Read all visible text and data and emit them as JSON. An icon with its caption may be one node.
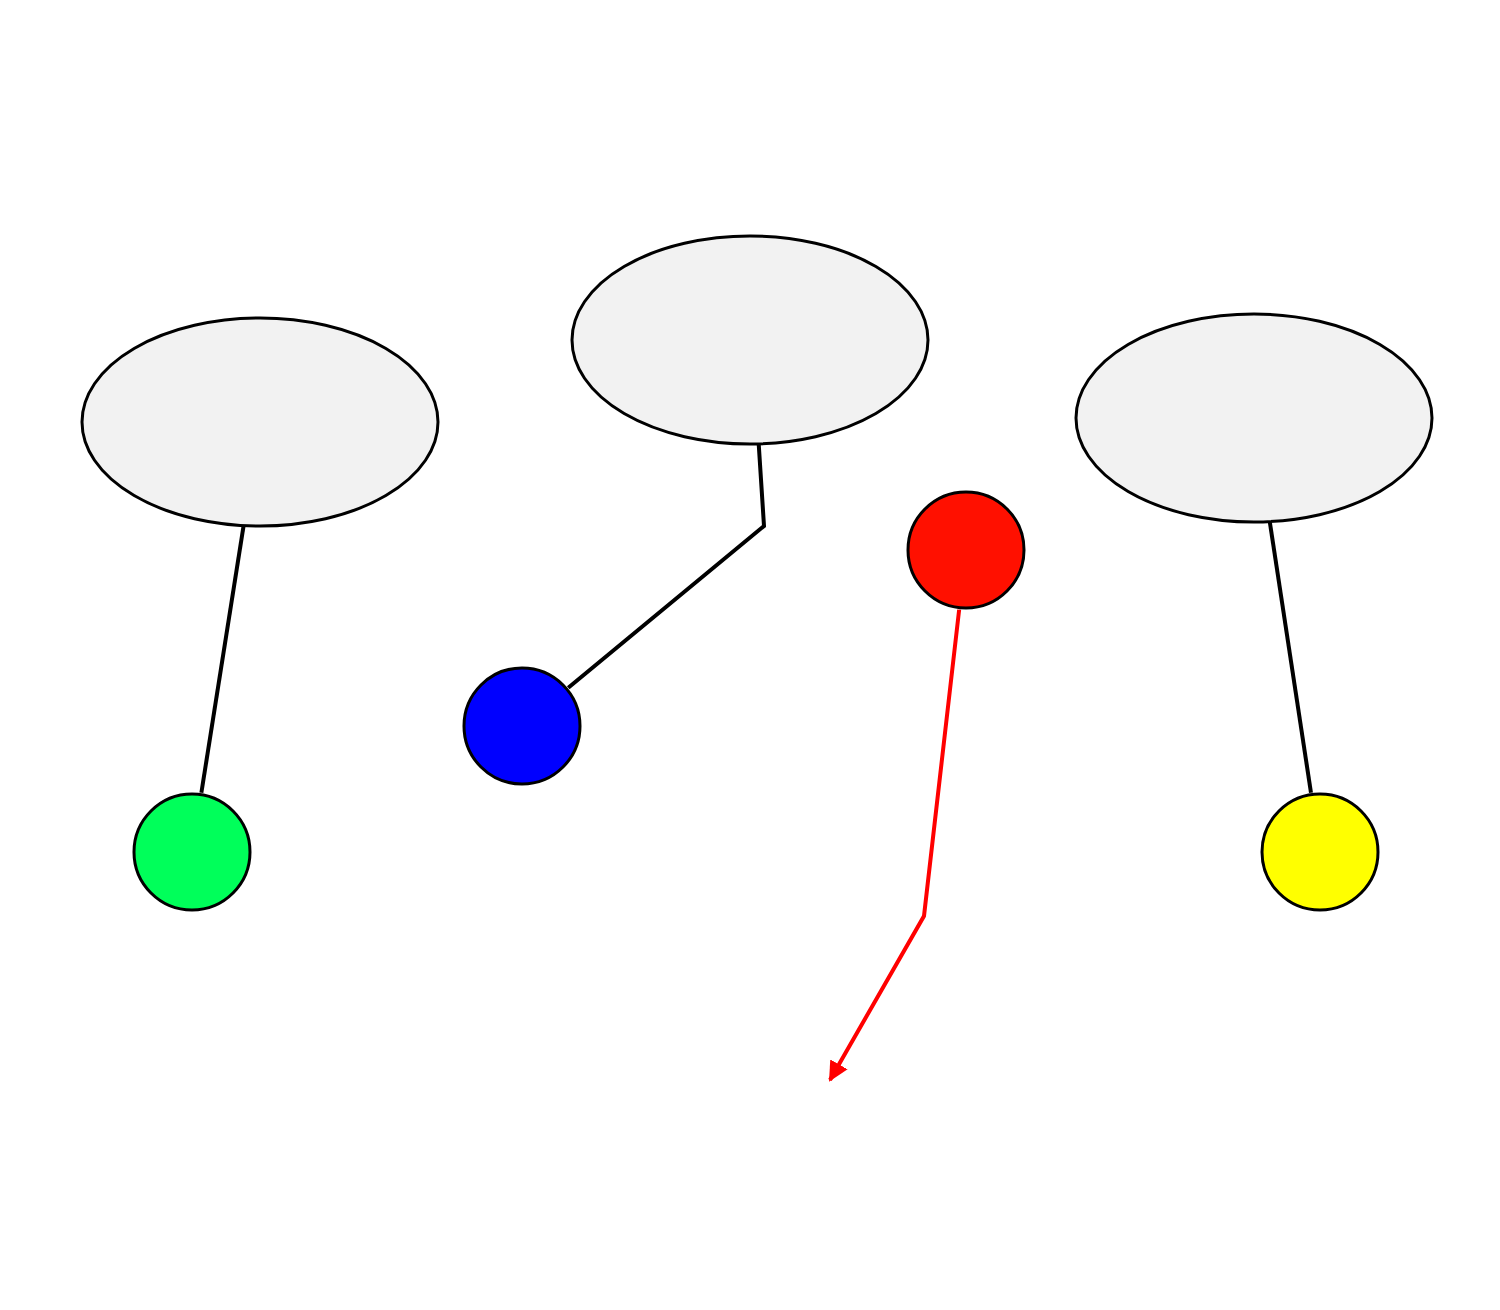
{
  "diagram": {
    "nodes": [
      {
        "text": [],
        "shape": "ellipse"
      },
      {
        "text": [],
        "shape": "ellipse"
      },
      {
        "text": [],
        "shape": "ellipse"
      },
      {
        "text": [],
        "shape": "circle"
      },
      {
        "text": [],
        "shape": "circle"
      },
      {
        "text": [],
        "shape": "circle"
      },
      {
        "text": [],
        "shape": "circle"
      }
    ],
    "edges": [
      {
        "from": 0,
        "to": 3,
        "arrow": "none"
      },
      {
        "from": 1,
        "to": 4,
        "arrow": "none"
      },
      {
        "from": 2,
        "to": 6,
        "arrow": "none"
      },
      {
        "from": 5,
        "to": null,
        "arrow": "to",
        "color": "#ff0000"
      }
    ]
  }
}
